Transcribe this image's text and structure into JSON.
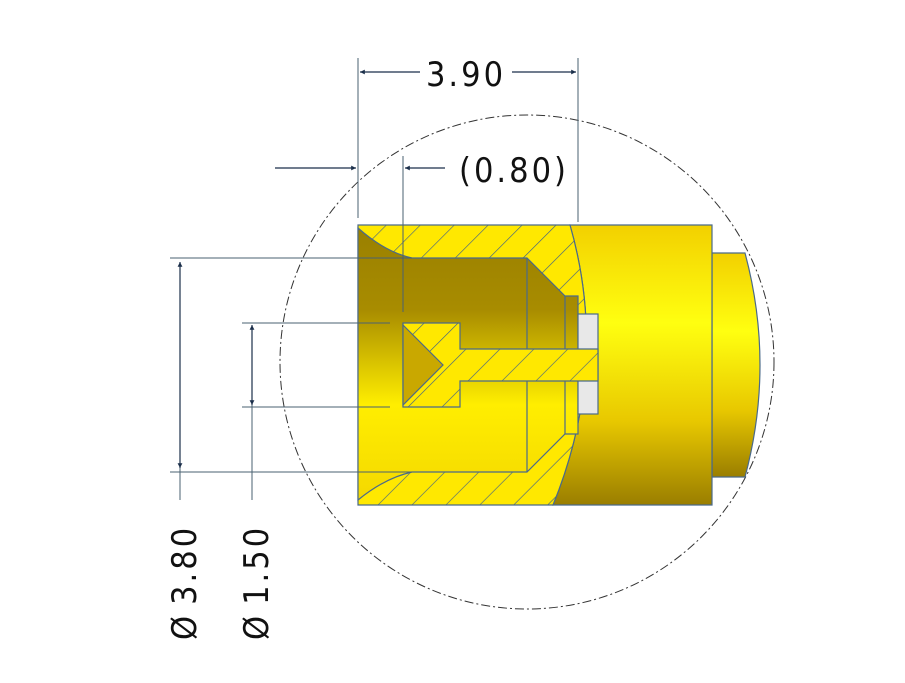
{
  "drawing": {
    "dimensions": {
      "length_total": "3.90",
      "length_ref": "(0.80)",
      "diameter_outer": "3.80",
      "diameter_inner": "1.50",
      "diameter_symbol": "Ø"
    },
    "colors": {
      "part_yellow": "#ffee00",
      "part_shadow": "#9a8000",
      "arrow": "#1b2f4a",
      "detail_circle": "#333333"
    }
  }
}
